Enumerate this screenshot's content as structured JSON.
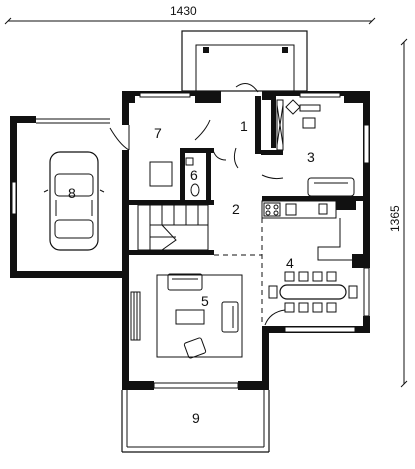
{
  "dimensions": {
    "width_label": "1430",
    "height_label": "1365"
  },
  "rooms": [
    {
      "id": "1",
      "label": "1"
    },
    {
      "id": "2",
      "label": "2"
    },
    {
      "id": "3",
      "label": "3"
    },
    {
      "id": "4",
      "label": "4"
    },
    {
      "id": "5",
      "label": "5"
    },
    {
      "id": "6",
      "label": "6"
    },
    {
      "id": "7",
      "label": "7"
    },
    {
      "id": "8",
      "label": "8"
    },
    {
      "id": "9",
      "label": "9"
    }
  ]
}
